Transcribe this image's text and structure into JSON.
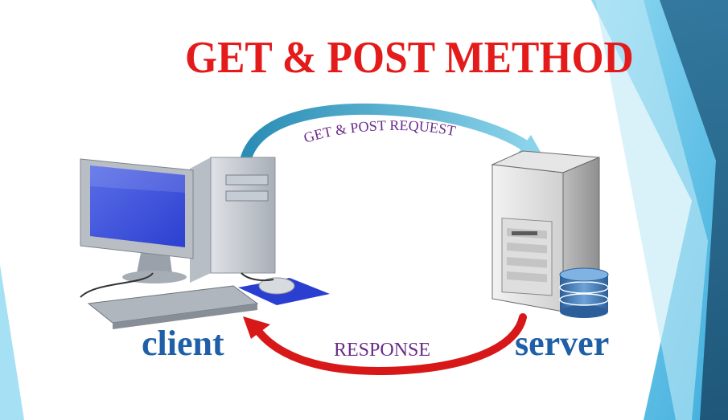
{
  "title": "GET & POST METHOD",
  "request_label": "GET & POST REQUEST",
  "response_label": "RESPONSE",
  "client_label": "client",
  "server_label": "server",
  "colors": {
    "title": "#e31b1b",
    "label_blue": "#1f5fa8",
    "label_purple": "#6a2c8a",
    "request_arrow": "#3ea6c8",
    "response_arrow": "#d81818",
    "accent_cyan": "#3ab7e4"
  },
  "icons": [
    "desktop-computer-icon",
    "server-tower-icon",
    "database-icon",
    "keyboard-icon",
    "mouse-icon"
  ]
}
